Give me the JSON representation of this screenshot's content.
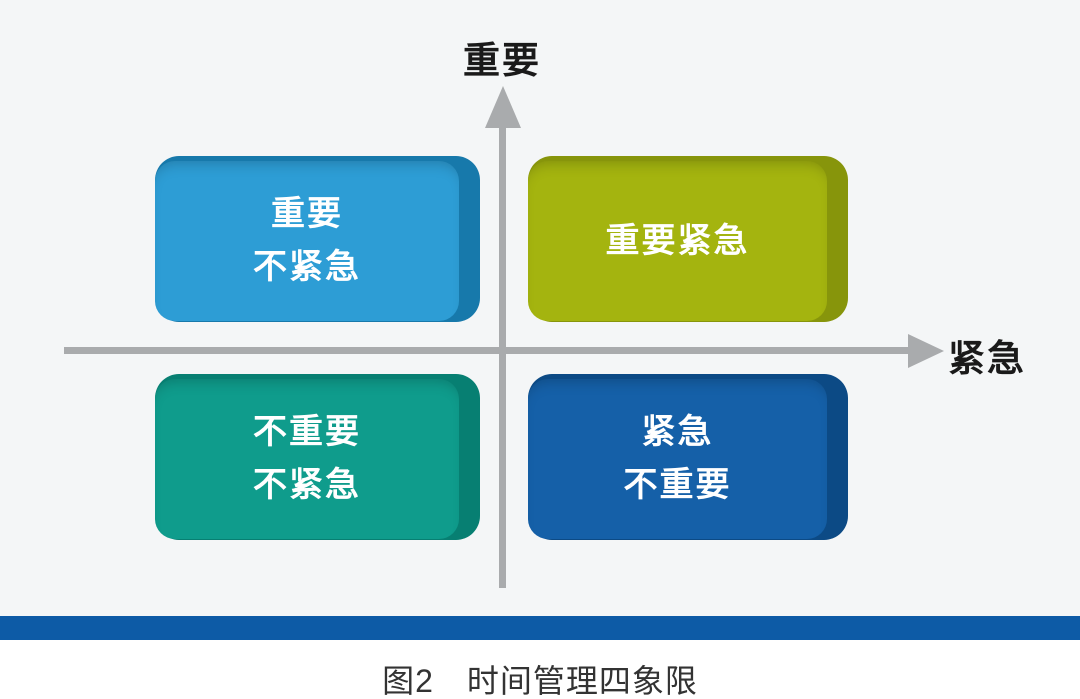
{
  "colors": {
    "background": "#f4f6f7",
    "axis": "#a9abad",
    "bar": "#0d5ba6",
    "box_text": "#ffffff",
    "label_text": "#1a1a1a"
  },
  "axes": {
    "y_label": "重要",
    "x_label": "紧急"
  },
  "quadrants": [
    {
      "id": "important-not-urgent",
      "lines": [
        "重要",
        "不紧急"
      ],
      "front": "#2d9dd5",
      "side": "#1779ab"
    },
    {
      "id": "important-urgent",
      "lines": [
        "重要紧急",
        ""
      ],
      "front": "#a4b40f",
      "side": "#87950b"
    },
    {
      "id": "not-important-not-urgent",
      "lines": [
        "不重要",
        "不紧急"
      ],
      "front": "#0f9c8c",
      "side": "#077f72"
    },
    {
      "id": "urgent-not-important",
      "lines": [
        "紧急",
        "不重要"
      ],
      "front": "#1560a8",
      "side": "#0c4a85"
    }
  ],
  "caption": "图2　时间管理四象限"
}
